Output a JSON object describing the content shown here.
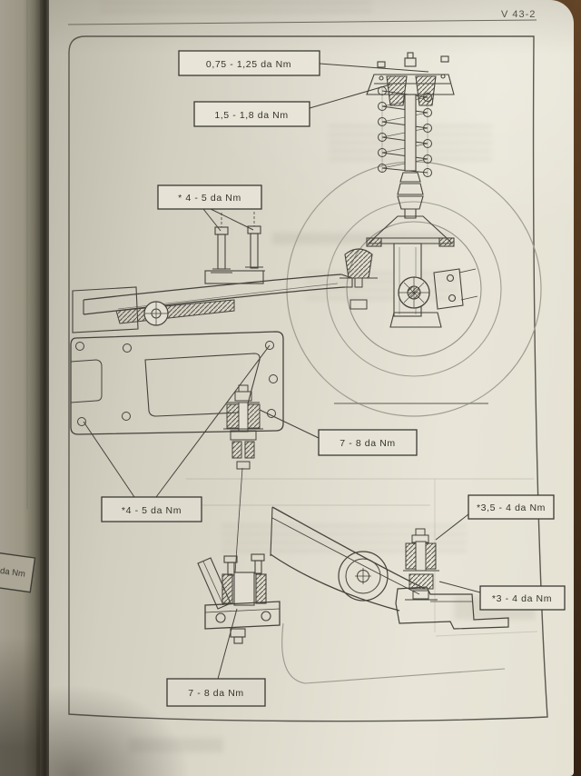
{
  "page": {
    "section_ref": "V 43-2",
    "adjacent_page_label": "da Nm"
  },
  "callouts": [
    {
      "id": "strut_rod_nut",
      "label": "0,75 - 1,25 da Nm"
    },
    {
      "id": "upper_mount_nuts",
      "label": "1,5 - 1,8 da Nm"
    },
    {
      "id": "bracket_studs",
      "label": "* 4 - 5 da Nm"
    },
    {
      "id": "arm_inner_pivot",
      "label": "7 - 8 da Nm"
    },
    {
      "id": "crossmember_bolts",
      "label": "*4 - 5 da Nm"
    },
    {
      "id": "rod_bushing_upper",
      "label": "*3,5 - 4 da Nm"
    },
    {
      "id": "rod_bushing_lower",
      "label": "*3 - 4 da Nm"
    },
    {
      "id": "bracket_bolt",
      "label": "7 - 8 da Nm"
    }
  ]
}
